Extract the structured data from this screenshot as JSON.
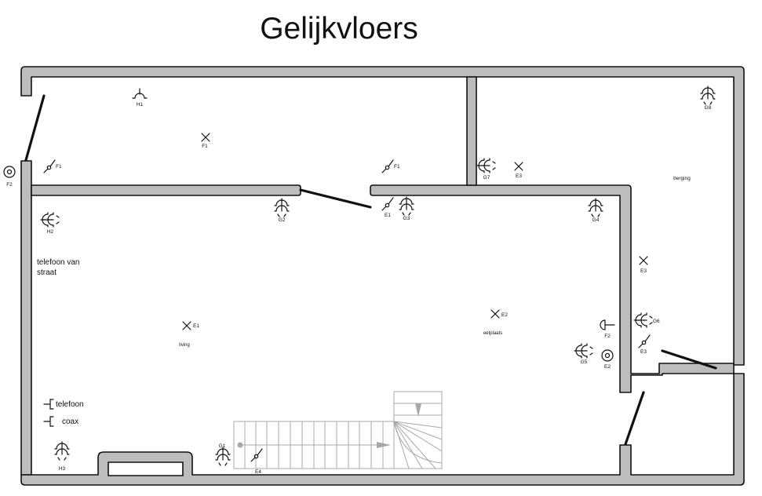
{
  "title": "Gelijkvloers",
  "rooms": {
    "berging": "berging",
    "living": "living",
    "eetplaats": "eetplaats"
  },
  "notes": {
    "telefoon_van_straat_line1": "telefoon van",
    "telefoon_van_straat_line2": "straat",
    "telefoon": "telefoon",
    "coax": "coax"
  },
  "labels": {
    "h1": "H1",
    "f1_light": "F1",
    "f1_switch_left": "F1",
    "f1_switch_right": "F1",
    "f2_outside": "F2",
    "g7": "G7",
    "e3_top": "E3",
    "g8": "G8",
    "h2": "H2",
    "g2": "G2",
    "e1_switch": "E1",
    "g3": "G3",
    "g4": "G4",
    "e3_light": "E3",
    "e1_light": "E1",
    "e2_light": "E2",
    "g6": "G6",
    "f2_phone": "F2",
    "e3_switch": "E3",
    "g5": "G5",
    "e2_coax": "E2",
    "h3": "H3",
    "g1": "G1",
    "e4": "E4"
  },
  "icons": {
    "light_point": "cross-light-icon",
    "switch": "switch-icon",
    "socket": "socket-icon",
    "double_socket": "double-socket-icon",
    "coax": "coax-icon",
    "phone": "phone-outlet-icon"
  },
  "colors": {
    "wall_fill": "#bdbdbd",
    "wall_stroke": "#111111",
    "stairs": "#a8a8a8"
  }
}
